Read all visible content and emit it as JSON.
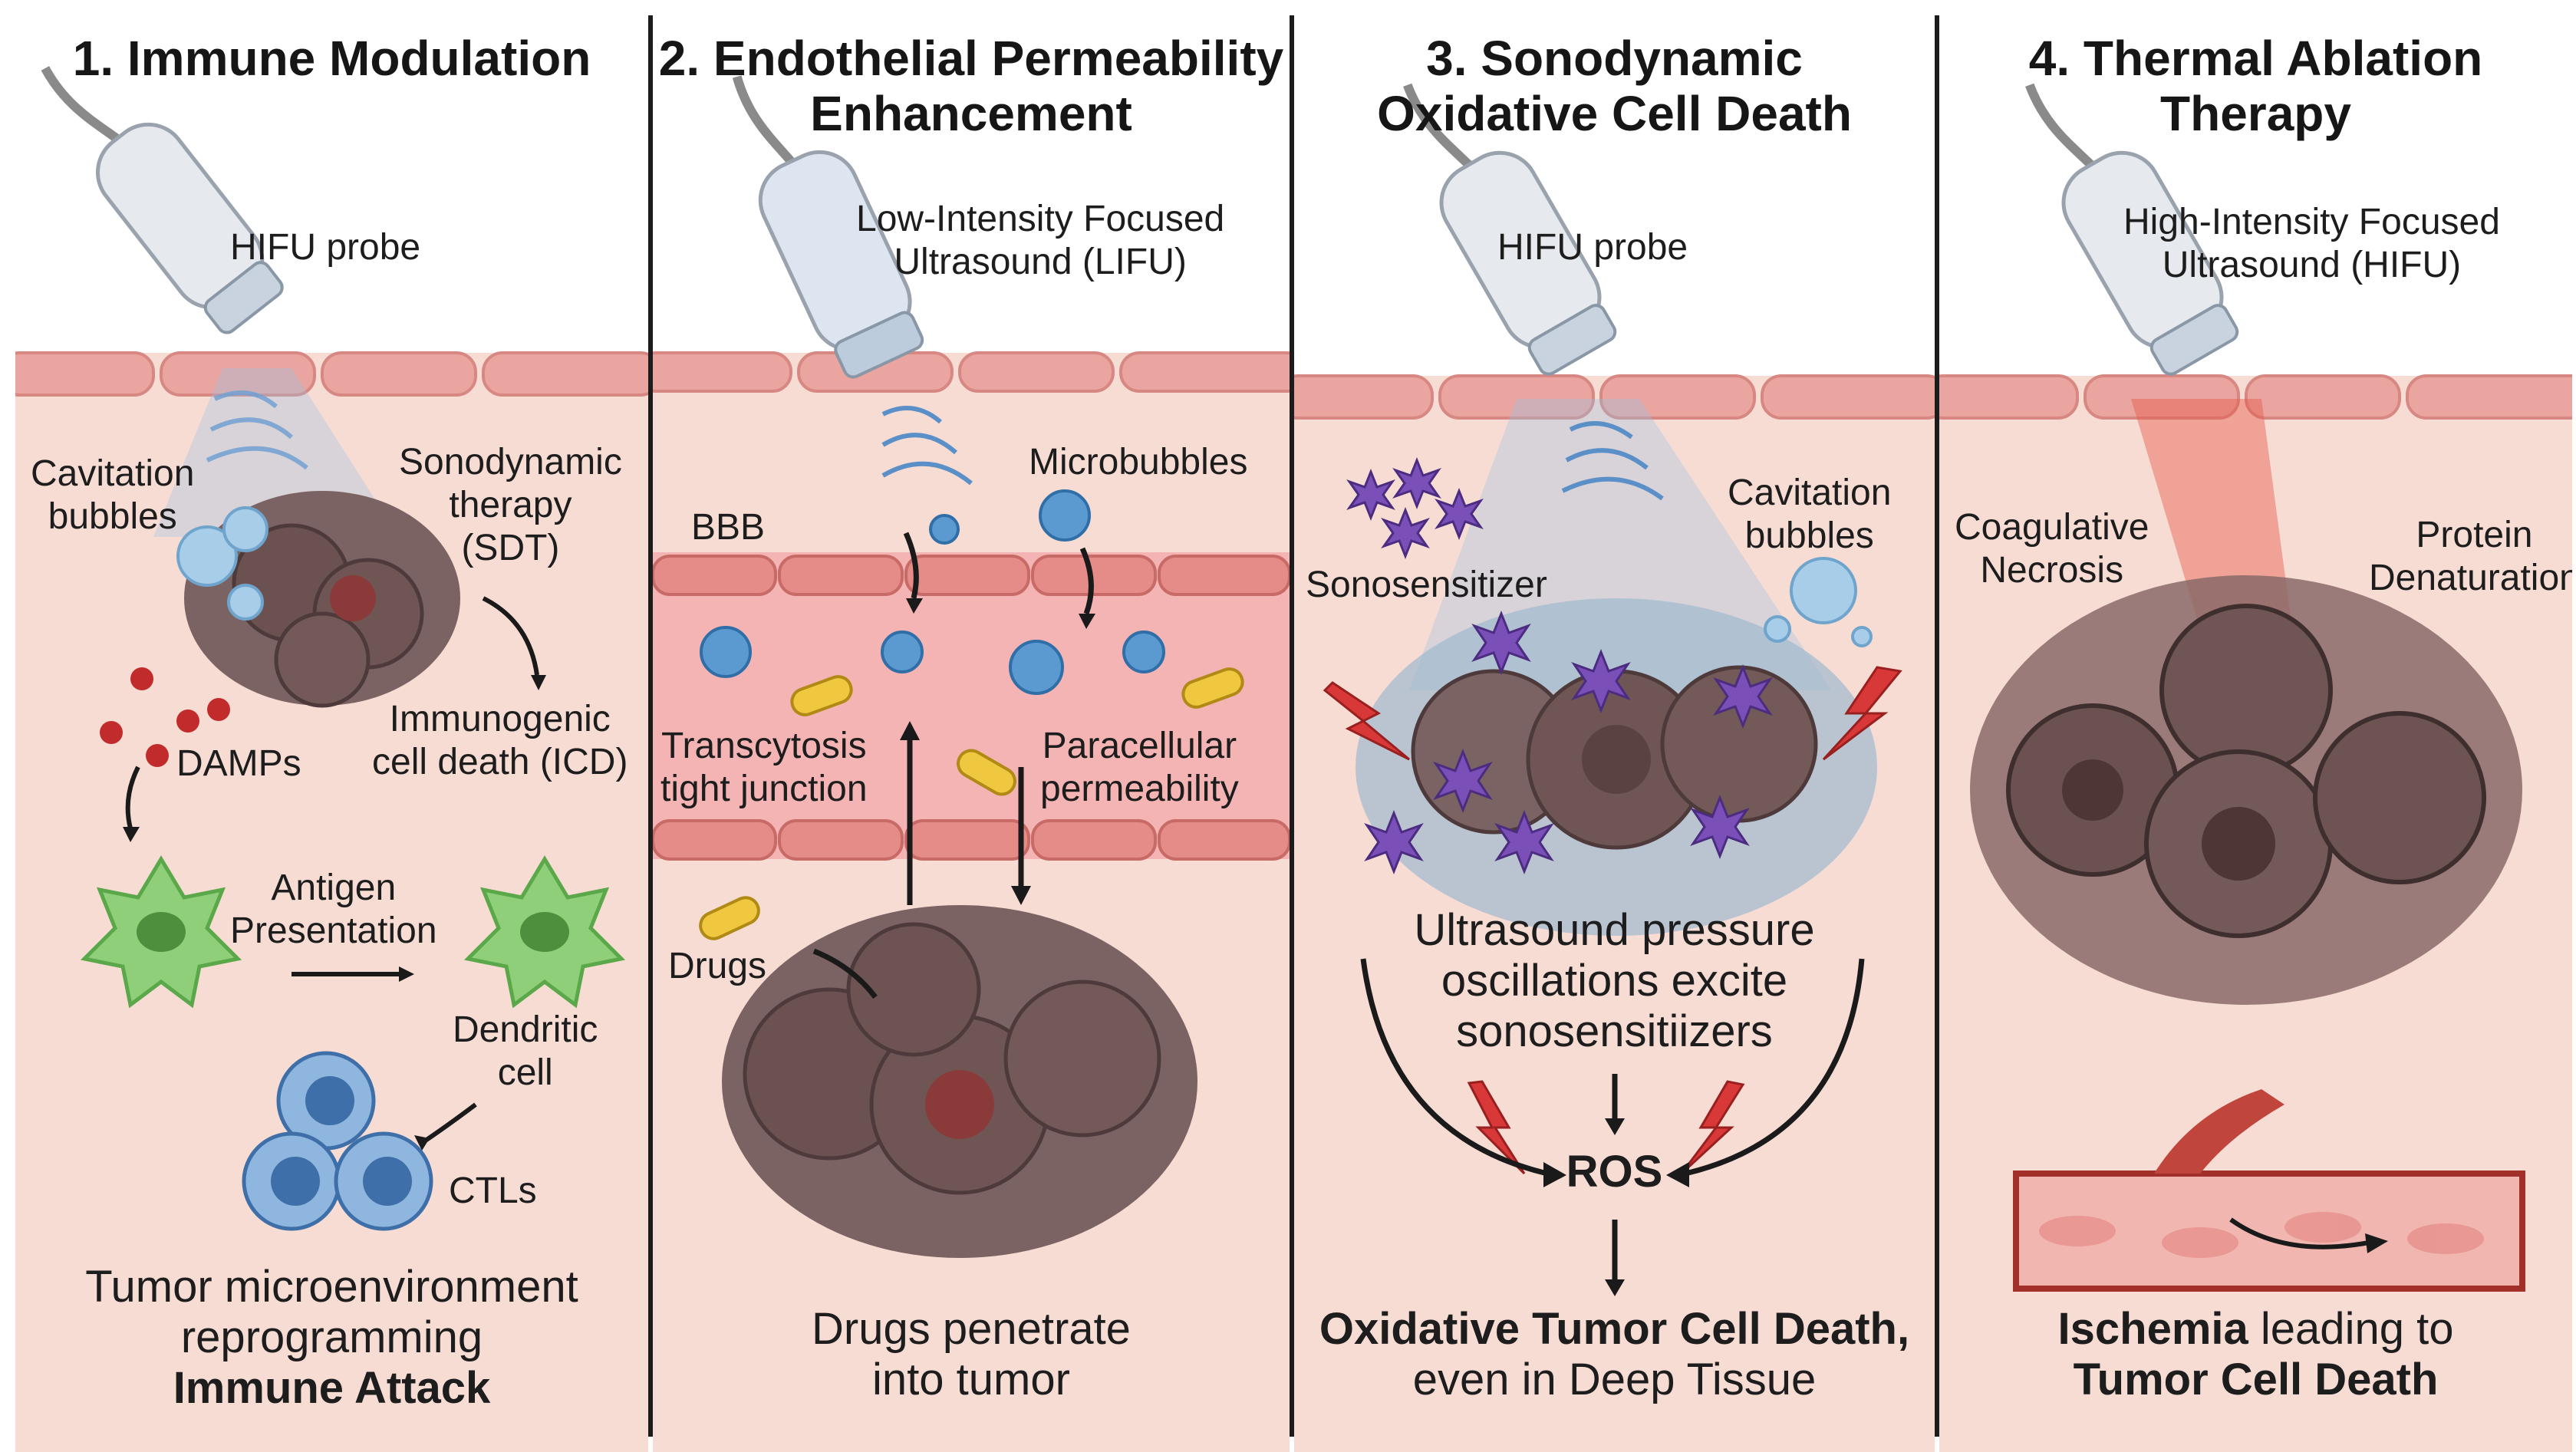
{
  "panels": [
    {
      "title": "1. Immune Modulation",
      "probe_label": "HIFU probe",
      "cavitation_label": [
        "Cavitation",
        "bubbles"
      ],
      "sdt_label": [
        "Sonodynamic",
        "therapy",
        "(SDT)"
      ],
      "icd_label": [
        "Immunogenic",
        "cell death (ICD)"
      ],
      "damps_label": "DAMPs",
      "antigen_label": [
        "Antigen",
        "Presentation"
      ],
      "dendritic_label": [
        "Dendritic",
        "cell"
      ],
      "ctls_label": "CTLs",
      "footer_normal": [
        "Tumor microenvironment",
        "reprogramming"
      ],
      "footer_bold": "Immune Attack"
    },
    {
      "title": "2. Endothelial Permeability Enhancement",
      "title_lines": [
        "2. Endothelial Permeability",
        "Enhancement"
      ],
      "probe_label": [
        "Low-Intensity Focused",
        "Ultrasound (LIFU)"
      ],
      "microbubbles_label": "Microbubbles",
      "bbb_label": "BBB",
      "transcytosis_label": [
        "Transcytosis",
        "tight junction"
      ],
      "paracellular_label": [
        "Paracellular",
        "permeability"
      ],
      "drugs_label": "Drugs",
      "footer": [
        "Drugs penetrate",
        "into tumor"
      ]
    },
    {
      "title_lines": [
        "3. Sonodynamic",
        "Oxidative Cell Death"
      ],
      "probe_label": "HIFU probe",
      "cavitation_label": [
        "Cavitation",
        "bubbles"
      ],
      "sonosensitizer_label": "Sonosensitizer",
      "pressure_label": [
        "Ultrasound pressure",
        "oscillations excite",
        "sonosensitiizers"
      ],
      "ros_label": "ROS",
      "footer_bold": "Oxidative Tumor Cell Death,",
      "footer_normal": "even in Deep Tissue"
    },
    {
      "title_lines": [
        "4. Thermal Ablation",
        "Therapy"
      ],
      "probe_label": [
        "High-Intensity Focused",
        "Ultrasound (HIFU)"
      ],
      "coagulative_label": [
        "Coagulative",
        "Necrosis"
      ],
      "protein_label": [
        "Protein",
        "Denaturation"
      ],
      "footer_line1_bold": "Ischemia",
      "footer_line1_normal": " leading to",
      "footer_line2_bold": "Tumor Cell Death"
    }
  ],
  "colors": {
    "tissue": "#f7dcd4",
    "skin": "#eaa5a0",
    "vessel": "#f4b4b4",
    "tumor": "#6b5150",
    "dendritic": "#8fcf7a",
    "ctl": "#5b8fc8",
    "bubble": "#a7cde9",
    "drug": "#f0c840",
    "sonosensitizer": "#7a4fb8",
    "ros": "#d83838",
    "heat": "#e55a4a",
    "divider": "#1c1c1c"
  },
  "icons": [
    "ultrasound-probe-icon",
    "cavitation-bubble-icon",
    "dendritic-cell-icon",
    "ctl-cell-icon",
    "drug-capsule-icon",
    "sonosensitizer-star-icon",
    "ros-lightning-icon",
    "tumor-mass-icon",
    "blood-vessel-icon"
  ]
}
